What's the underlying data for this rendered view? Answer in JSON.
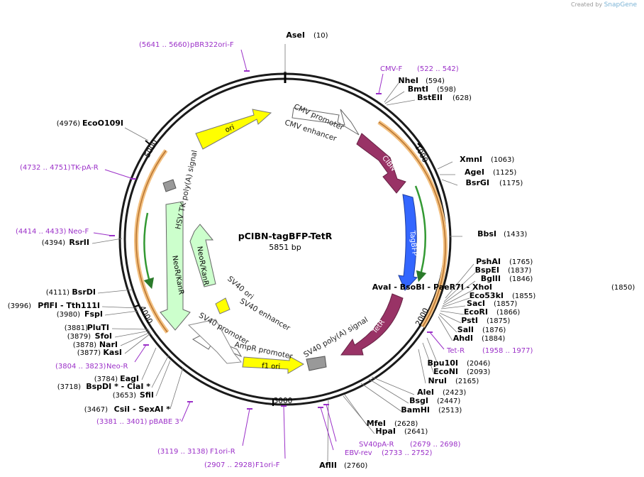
{
  "credit": {
    "prefix": "Created by",
    "brand": "SnapGene"
  },
  "plasmid": {
    "name": "pCIBN-tagBFP-TetR",
    "length": 5851,
    "length_label": "5851 bp"
  },
  "ticks": [
    {
      "bp": 1000,
      "label": "1000"
    },
    {
      "bp": 2000,
      "label": "2000"
    },
    {
      "bp": 3000,
      "label": "3000"
    },
    {
      "bp": 4000,
      "label": "4000"
    },
    {
      "bp": 5000,
      "label": "5000"
    }
  ],
  "enzymes": [
    {
      "name": "AseI",
      "pos": "(10)"
    },
    {
      "name": "NheI",
      "pos": "(594)"
    },
    {
      "name": "BmtI",
      "pos": "(598)"
    },
    {
      "name": "BstEII",
      "pos": "(628)"
    },
    {
      "name": "XmnI",
      "pos": "(1063)"
    },
    {
      "name": "AgeI",
      "pos": "(1125)"
    },
    {
      "name": "BsrGI",
      "pos": "(1175)"
    },
    {
      "name": "BbsI",
      "pos": "(1433)"
    },
    {
      "name": "PshAI",
      "pos": "(1765)"
    },
    {
      "name": "BspEI",
      "pos": "(1837)"
    },
    {
      "name": "BglII",
      "pos": "(1846)"
    },
    {
      "name": "AvaI - BsoBI - PaeR7I - XhoI",
      "pos": "(1850)"
    },
    {
      "name": "Eco53kI",
      "pos": "(1855)"
    },
    {
      "name": "SacI",
      "pos": "(1857)"
    },
    {
      "name": "EcoRI",
      "pos": "(1866)"
    },
    {
      "name": "PstI",
      "pos": "(1875)"
    },
    {
      "name": "SalI",
      "pos": "(1876)"
    },
    {
      "name": "AhdI",
      "pos": "(1884)"
    },
    {
      "name": "Bpu10I",
      "pos": "(2046)"
    },
    {
      "name": "EcoNI",
      "pos": "(2093)"
    },
    {
      "name": "NruI",
      "pos": "(2165)"
    },
    {
      "name": "AleI",
      "pos": "(2423)"
    },
    {
      "name": "BsgI",
      "pos": "(2447)"
    },
    {
      "name": "BamHI",
      "pos": "(2513)"
    },
    {
      "name": "MfeI",
      "pos": "(2628)"
    },
    {
      "name": "HpaI",
      "pos": "(2641)"
    },
    {
      "name": "AflII",
      "pos": "(2760)"
    },
    {
      "name": "CsiI - SexAI *",
      "pos": "(3467)"
    },
    {
      "name": "SfiI",
      "pos": "(3653)"
    },
    {
      "name": "BspDI * - ClaI *",
      "pos": "(3718)"
    },
    {
      "name": "EagI",
      "pos": "(3784)"
    },
    {
      "name": "KasI",
      "pos": "(3877)"
    },
    {
      "name": "NarI",
      "pos": "(3878)"
    },
    {
      "name": "SfoI",
      "pos": "(3879)"
    },
    {
      "name": "PluTI",
      "pos": "(3881)"
    },
    {
      "name": "FspI",
      "pos": "(3980)"
    },
    {
      "name": "PflFI - Tth111I",
      "pos": "(3996)"
    },
    {
      "name": "BsrDI",
      "pos": "(4111)"
    },
    {
      "name": "RsrII",
      "pos": "(4394)"
    },
    {
      "name": "EcoO109I",
      "pos": "(4976)"
    }
  ],
  "primers": [
    {
      "name": "pBR322ori-F",
      "range": "(5641 .. 5660)"
    },
    {
      "name": "CMV-F",
      "range": "(522 .. 542)"
    },
    {
      "name": "TK-pA-R",
      "range": "(4732 .. 4751)"
    },
    {
      "name": "Neo-F",
      "range": "(4414 .. 4433)"
    },
    {
      "name": "Tet-R",
      "range": "(1958 .. 1977)"
    },
    {
      "name": "Neo-R",
      "range": "(3804 .. 3823)"
    },
    {
      "name": "pBABE 3'",
      "range": "(3381 .. 3401)"
    },
    {
      "name": "F1ori-R",
      "range": "(3119 .. 3138)"
    },
    {
      "name": "F1ori-F",
      "range": "(2907 .. 2928)"
    },
    {
      "name": "SV40pA-R",
      "range": "(2679 .. 2698)"
    },
    {
      "name": "EBV-rev",
      "range": "(2733 .. 2752)"
    }
  ],
  "features": [
    {
      "name": "CMV enhancer",
      "color": "#ffffff"
    },
    {
      "name": "CMV promoter",
      "color": "#ffffff"
    },
    {
      "name": "CIBN",
      "color": "#993366"
    },
    {
      "name": "TagBFP",
      "color": "#3366ff"
    },
    {
      "name": "TetR",
      "color": "#993366"
    },
    {
      "name": "SV40 poly(A) signal",
      "color": "#999999"
    },
    {
      "name": "f1 ori",
      "color": "#ffff00"
    },
    {
      "name": "AmpR promoter",
      "color": "#ffffff"
    },
    {
      "name": "SV40 promoter",
      "color": "#ffffff"
    },
    {
      "name": "SV40 ori",
      "color": "#ffff00"
    },
    {
      "name": "SV40 enhancer",
      "color": "#ffffff"
    },
    {
      "name": "NeoR/KanR",
      "color": "#ccffcc"
    },
    {
      "name": "NeoR/KanR",
      "color": "#ccffcc"
    },
    {
      "name": "HSV TK poly(A) signal",
      "color": "#999999"
    },
    {
      "name": "ori",
      "color": "#ffff00"
    }
  ],
  "colors": {
    "backbone": "#1a1a1a",
    "primer": "#9b30c8",
    "orf_arc": "#e8a040",
    "orf_green": "#339933"
  }
}
